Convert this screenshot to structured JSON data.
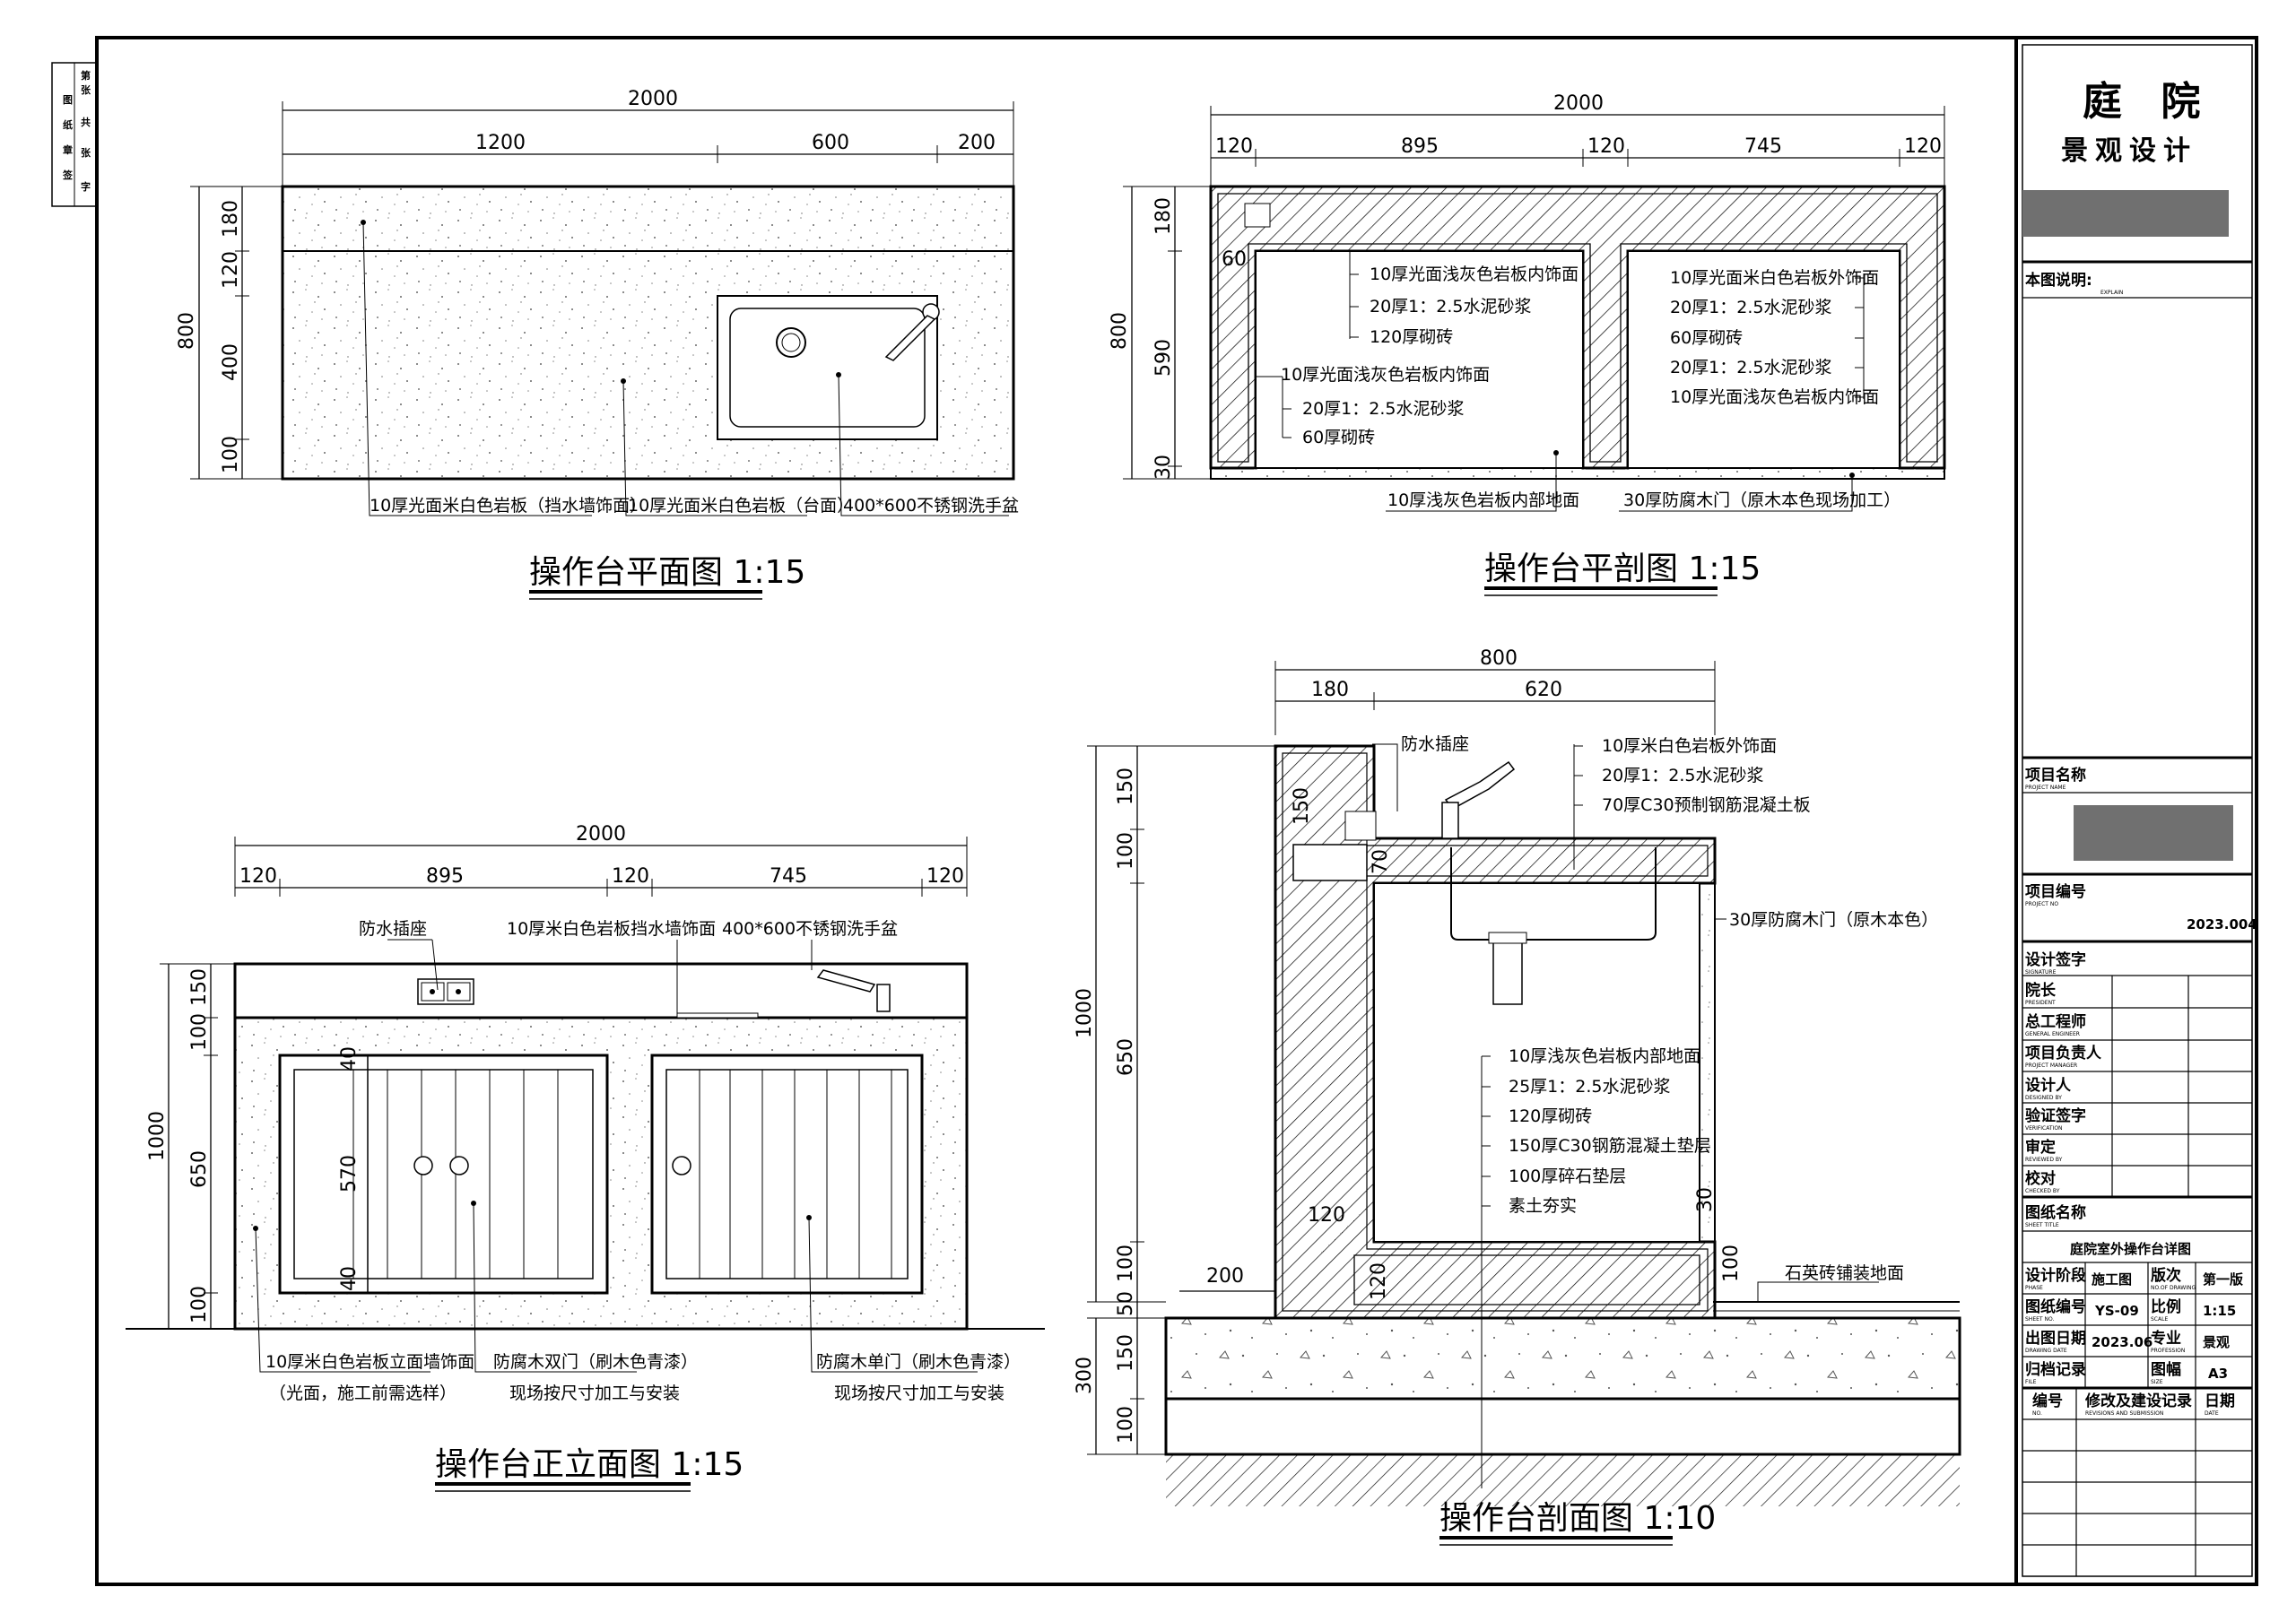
{
  "left_strip": [
    "图",
    "纸",
    "章",
    "签",
    "字",
    "共",
    "张",
    "第",
    "张"
  ],
  "views": {
    "plan": {
      "title": "操作台平面图 1:15",
      "dims_top": [
        "2000",
        "1200",
        "600",
        "200"
      ],
      "dims_left": [
        "800",
        "180",
        "120",
        "400",
        "100"
      ],
      "notes": [
        "10厚光面米白色岩板（挡水墙饰面）",
        "10厚光面米白色岩板（台面）",
        "400*600不锈钢洗手盆"
      ]
    },
    "plan_section": {
      "title": "操作台平剖图 1:15",
      "dims_top": [
        "2000",
        "120",
        "895",
        "120",
        "745",
        "120"
      ],
      "dims_left": [
        "800",
        "180",
        "590",
        "30"
      ],
      "dim_inner": "60",
      "notes_left_upper": [
        "10厚光面浅灰色岩板内饰面",
        "20厚1：2.5水泥砂浆",
        "120厚砌砖"
      ],
      "notes_left_lower": [
        "10厚光面浅灰色岩板内饰面",
        "20厚1：2.5水泥砂浆",
        "60厚砌砖"
      ],
      "notes_right": [
        "10厚光面米白色岩板外饰面",
        "20厚1：2.5水泥砂浆",
        "60厚砌砖",
        "20厚1：2.5水泥砂浆",
        "10厚光面浅灰色岩板内饰面"
      ],
      "notes_bottom": [
        "10厚浅灰色岩板内部地面",
        "30厚防腐木门（原木本色现场加工）"
      ]
    },
    "elevation": {
      "title": "操作台正立面图 1:15",
      "dims_top": [
        "2000",
        "120",
        "895",
        "120",
        "745",
        "120"
      ],
      "dims_left": [
        "1000",
        "150",
        "100",
        "650",
        "100"
      ],
      "dim_inner": [
        "40",
        "570",
        "40"
      ],
      "notes_top": [
        "防水插座",
        "10厚米白色岩板挡水墙饰面",
        "400*600不锈钢洗手盆"
      ],
      "notes_bottom": [
        "10厚米白色岩板立面墙饰面",
        "（光面，施工前需选样）",
        "防腐木双门（刷木色青漆）",
        "现场按尺寸加工与安装",
        "防腐木单门（刷木色青漆）",
        "现场按尺寸加工与安装"
      ]
    },
    "section": {
      "title": "操作台剖面图 1:10",
      "dims_top": [
        "800",
        "180",
        "620"
      ],
      "dims_left": [
        "1000",
        "150",
        "100",
        "650",
        "100",
        "50",
        "300",
        "150",
        "100"
      ],
      "dim_inner": [
        "150",
        "70",
        "120",
        "120",
        "30",
        "100",
        "200"
      ],
      "notes_top": [
        "防水插座",
        "10厚米白色岩板外饰面",
        "20厚1：2.5水泥砂浆",
        "70厚C30预制钢筋混凝土板"
      ],
      "note_door": "30厚防腐木门（原木本色）",
      "notes_mid": [
        "10厚浅灰色岩板内部地面",
        "25厚1：2.5水泥砂浆",
        "120厚砌砖",
        "150厚C30钢筋混凝土垫层",
        "100厚碎石垫层",
        "素土夯实"
      ],
      "note_ground": "石英砖铺装地面"
    }
  },
  "title_block": {
    "project_line1": "庭 院",
    "project_line2": "景观设计",
    "explain_label": "本图说明:",
    "explain_sub": "EXPLAIN",
    "project_name_label": "项目名称",
    "project_name_sub": "PROJECT NAME",
    "project_no_label": "项目编号",
    "project_no_sub": "PROJECT NO",
    "project_no": "2023.004",
    "signature_label": "设计签字",
    "signature_sub": "SIGNATURE",
    "roles": [
      {
        "label": "院长",
        "sub": "PRESIDENT"
      },
      {
        "label": "总工程师",
        "sub": "GENERAL ENGINEER"
      },
      {
        "label": "项目负责人",
        "sub": "PROJECT MANAGER"
      },
      {
        "label": "设计人",
        "sub": "DESIGNED BY"
      }
    ],
    "verify_label": "验证签字",
    "verify_sub": "VERIFICATION",
    "verify_roles": [
      {
        "label": "审定",
        "sub": "REVIEWED BY"
      },
      {
        "label": "校对",
        "sub": "CHECKED BY"
      }
    ],
    "sheet_title_label": "图纸名称",
    "sheet_title_sub": "SHEET TITLE",
    "sheet_title": "庭院室外操作台详图",
    "rows": [
      {
        "l1": "设计阶段",
        "s1": "PHASE",
        "v1": "施工图",
        "l2": "版次",
        "s2": "NO.OF DRAWING",
        "v2": "第一版"
      },
      {
        "l1": "图纸编号",
        "s1": "SHEET NO.",
        "v1": "YS-09",
        "l2": "比例",
        "s2": "SCALE",
        "v2": "1:15"
      },
      {
        "l1": "出图日期",
        "s1": "DRAWING DATE",
        "v1": "2023.06",
        "l2": "专业",
        "s2": "PROFESSION",
        "v2": "景观"
      },
      {
        "l1": "归档记录",
        "s1": "FILE",
        "v1": "",
        "l2": "图幅",
        "s2": "SIZE",
        "v2": "A3"
      }
    ],
    "revision_headers": [
      {
        "label": "编号",
        "sub": "NO."
      },
      {
        "label": "修改及建设记录",
        "sub": "REVISIONS AND SUBMISSION"
      },
      {
        "label": "日期",
        "sub": "DATE"
      }
    ]
  },
  "colors": {
    "line": "#000000",
    "redacted": "#707070"
  }
}
